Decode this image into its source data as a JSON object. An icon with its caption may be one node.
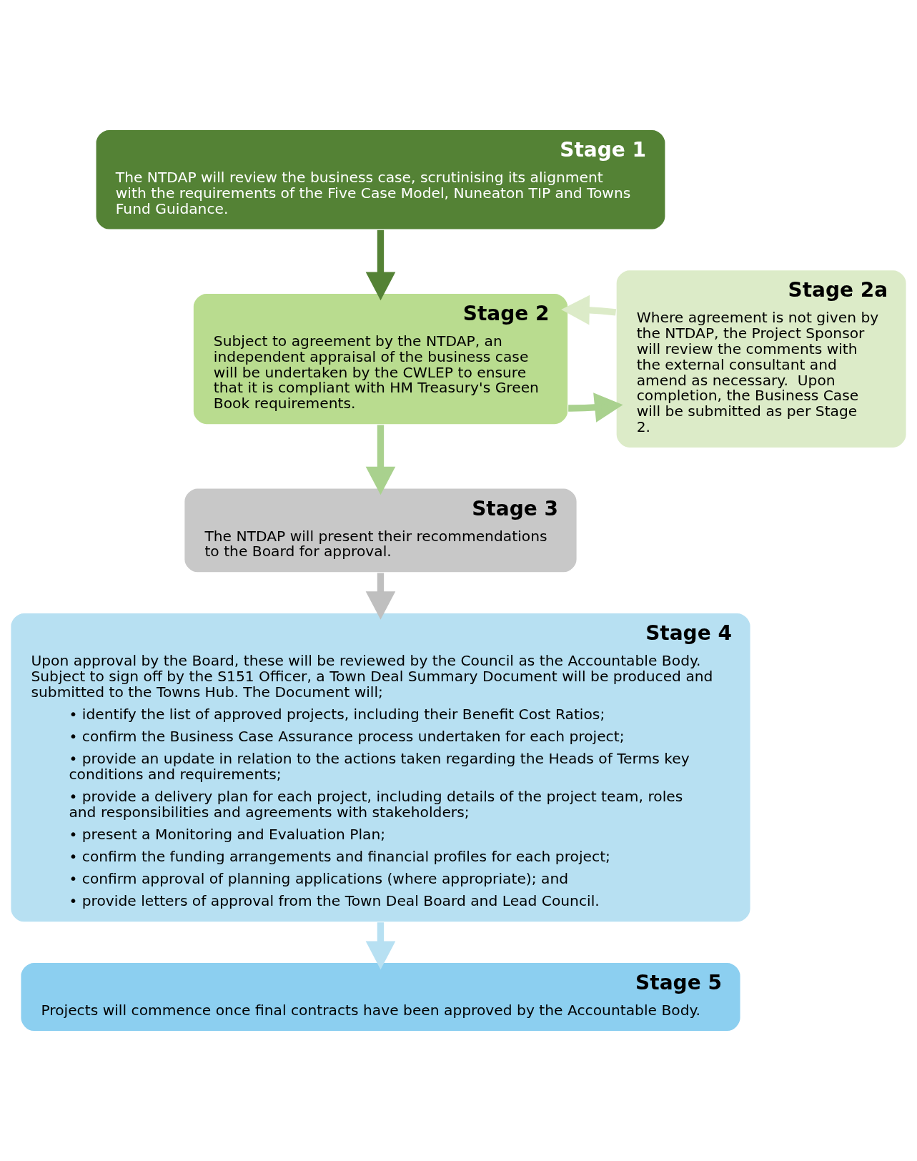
{
  "diagram": {
    "nodes": [
      {
        "text": [
          "Stage 1",
          "The NTDAP will review the business case, scrutinising its alignment with the requirements of the Five Case Model, Nuneaton TIP and Towns Fund Guidance."
        ]
      },
      {
        "text": [
          "Stage 2",
          "Subject to agreement by the NTDAP, an independent appraisal of the business case will be undertaken by the CWLEP to ensure that it is compliant with HM Treasury's Green Book requirements."
        ]
      },
      {
        "text": [
          "Stage 2a",
          "Where agreement is not given by the NTDAP, the Project Sponsor will review the comments with the external consultant and amend as necessary.  Upon completion, the Business Case will be submitted as per Stage 2."
        ]
      },
      {
        "text": [
          "Stage 3",
          "The NTDAP will present their recommendations to the Board for approval."
        ]
      },
      {
        "text": [
          "Stage 4",
          "Upon approval by the Board, these will be reviewed by the Council as the Accountable Body.  Subject to sign off by the S151 Officer, a Town Deal Summary Document will be produced and submitted to the Towns Hub. The Document will;",
          "• identify the list of approved projects, including their Benefit Cost Ratios;",
          "• confirm the Business Case Assurance process undertaken for each project;",
          "• provide an update in relation to the actions taken regarding the Heads of Terms key conditions and requirements;",
          "• provide a delivery plan for each project, including details of the project team, roles and responsibilities and agreements with stakeholders;",
          "• present a Monitoring and Evaluation Plan;",
          "• confirm the funding arrangements and financial profiles for each project;",
          "• confirm approval of planning applications (where appropriate); and",
          "• provide letters of approval from the Town Deal Board and Lead Council."
        ]
      },
      {
        "text": [
          "Stage 5",
          "Projects will commence once final contracts have been approved by the Accountable Body."
        ]
      }
    ],
    "edges": [
      {
        "from": 0,
        "to": 1,
        "arrow": "to",
        "color": "#548235"
      },
      {
        "from": 1,
        "to": 2,
        "arrow": "to",
        "color": "#a9d18e"
      },
      {
        "from": 2,
        "to": 1,
        "arrow": "to",
        "color": "#dcebc8"
      },
      {
        "from": 1,
        "to": 3,
        "arrow": "to",
        "color": "#a9d18e"
      },
      {
        "from": 3,
        "to": 4,
        "arrow": "to",
        "color": "#bfbfbf"
      },
      {
        "from": 4,
        "to": 5,
        "arrow": "to",
        "color": "#b7e0f2"
      }
    ]
  }
}
